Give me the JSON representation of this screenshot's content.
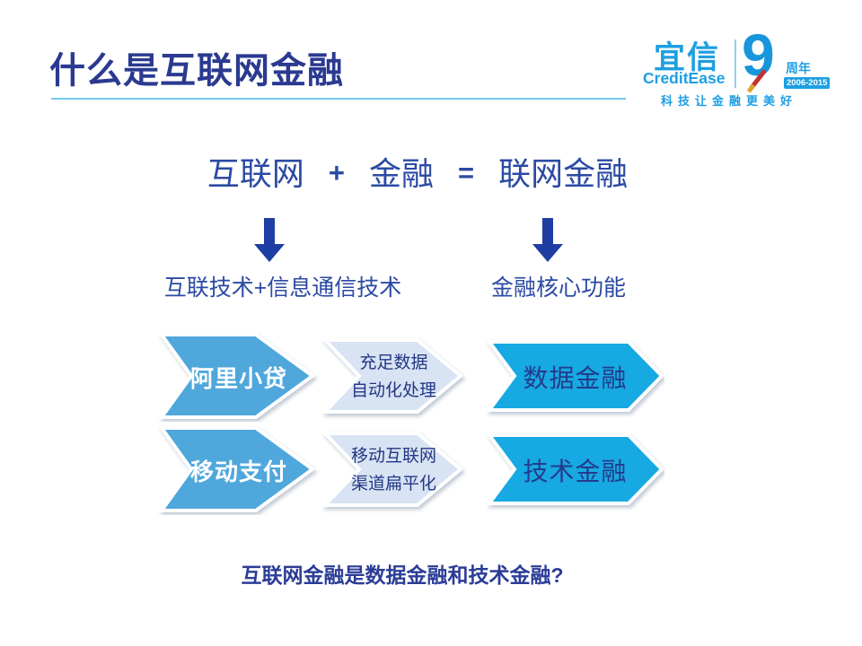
{
  "slide": {
    "title": "什么是互联网金融",
    "logo": {
      "cn": "宜信",
      "en": "CreditEase",
      "anniversary_number": "9",
      "anniversary_label": "周年",
      "years": "2006-2015",
      "tagline": "科技让金融更美好"
    },
    "formula": {
      "terms": [
        "互联网",
        "+",
        "金融",
        "=",
        "联网金融"
      ]
    },
    "branches": [
      "互联技术+信息通信技术",
      "金融核心功能"
    ],
    "rows": [
      {
        "source": "阿里小贷",
        "middle_lines": [
          "充足数据",
          "自动化处理"
        ],
        "result": "数据金融"
      },
      {
        "source": "移动支付",
        "middle_lines": [
          "移动互联网",
          "渠道扁平化"
        ],
        "result": "技术金融"
      }
    ],
    "question": "互联网金融是数据金融和技术金融?"
  },
  "colors": {
    "title_text": "#2B3A90",
    "header_rule": "#76C9EE",
    "formula_text": "#2B4AA3",
    "arrow": "#1E3EA3",
    "chevron_source_fill": "#4FA7DC",
    "chevron_middle_fill": "#D8E3F3",
    "chevron_result_fill": "#17A9E2",
    "chevron_dark_text": "#243B8C",
    "logo_blue": "#1E9FE2",
    "ribbon_red": "#C23430"
  }
}
